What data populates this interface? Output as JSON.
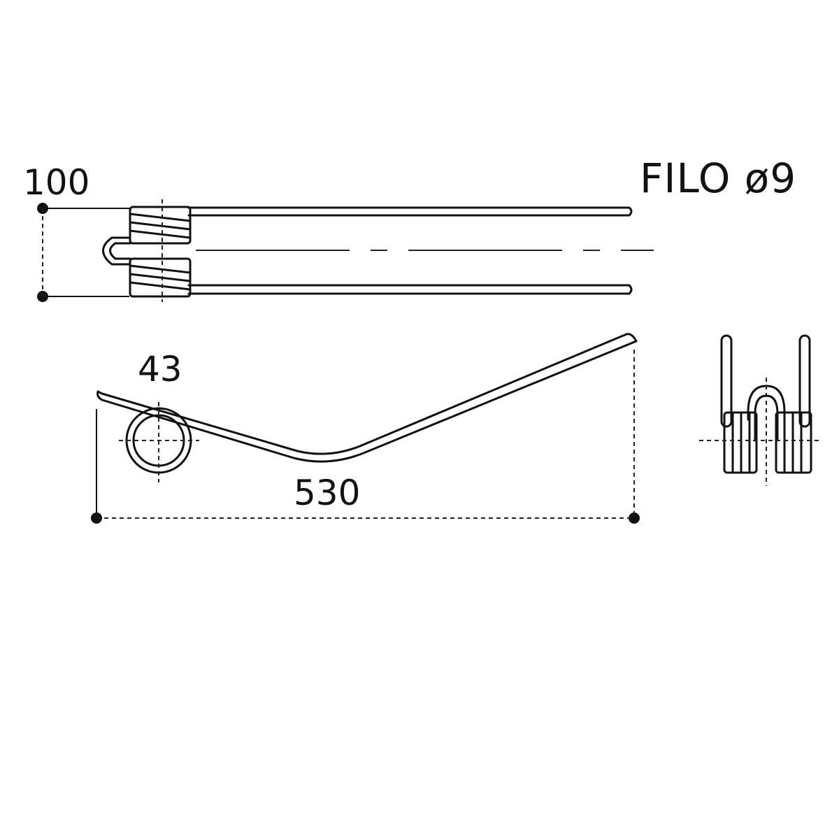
{
  "labels": {
    "wire_spec": "FILO ø9",
    "dim_height": "100",
    "dim_coil": "43",
    "dim_length": "530"
  }
}
